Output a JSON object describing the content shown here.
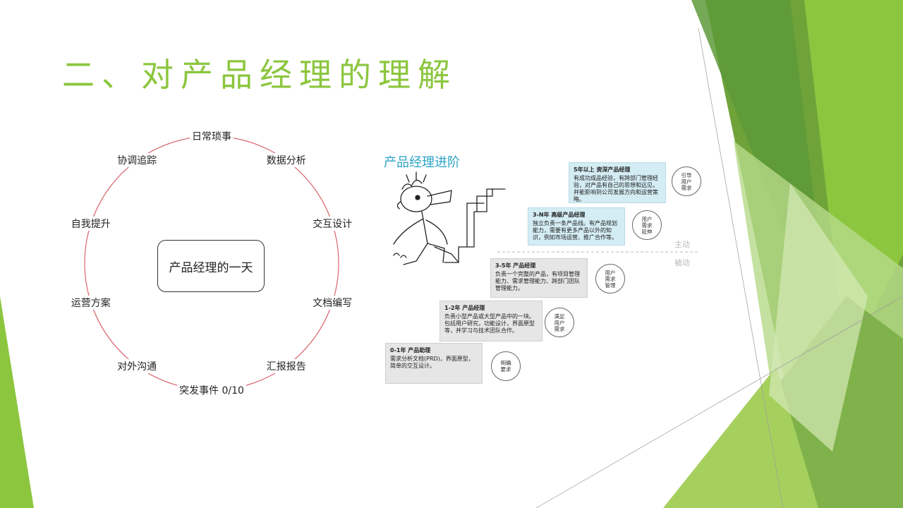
{
  "slide": {
    "title": "二、对产品经理的理解",
    "accent_color": "#8cc63f"
  },
  "cycle": {
    "center_label": "产品经理的一天",
    "ring_color": "#d9636a",
    "items": [
      "日常琐事",
      "数据分析",
      "交互设计",
      "文档编写",
      "汇报报告",
      "突发事件 0/10",
      "对外沟通",
      "运营方案",
      "自我提升",
      "协调追踪"
    ]
  },
  "progression": {
    "title": "产品经理进阶",
    "active_label": "主动",
    "passive_label": "被动",
    "steps": [
      {
        "heading": "0-1年 产品助理",
        "text": "需求分析文档(PRD)，界面原型，简单的交互设计。",
        "badge": "明确\n要求"
      },
      {
        "heading": "1-2年 产品经理",
        "text": "负责小型产品或大型产品中的一块。包括用户研究，功能设计，界面原型等，并学习与技术团队合作。",
        "badge": "满足\n用户\n需求"
      },
      {
        "heading": "3-5年 产品经理",
        "text": "负责一个完整的产品，有项目管理能力、需求管理能力、跨部门团队管理能力。",
        "badge": "用户\n需求\n管理"
      },
      {
        "heading": "3-N年 高级产品经理",
        "text": "独立负责一条产品线。有产品规划能力，需要有更多产品以外的知识，例如市场运营、推广合作等。",
        "badge": "用户\n需求\n延伸"
      },
      {
        "heading": "5年以上 资深产品经理",
        "text": "有成功成品经验，有跨部门管理经验，对产品有自己的思想和远见，并能影响到公司发展方向和运营策略。",
        "badge": "引导\n用户\n需求"
      }
    ]
  }
}
